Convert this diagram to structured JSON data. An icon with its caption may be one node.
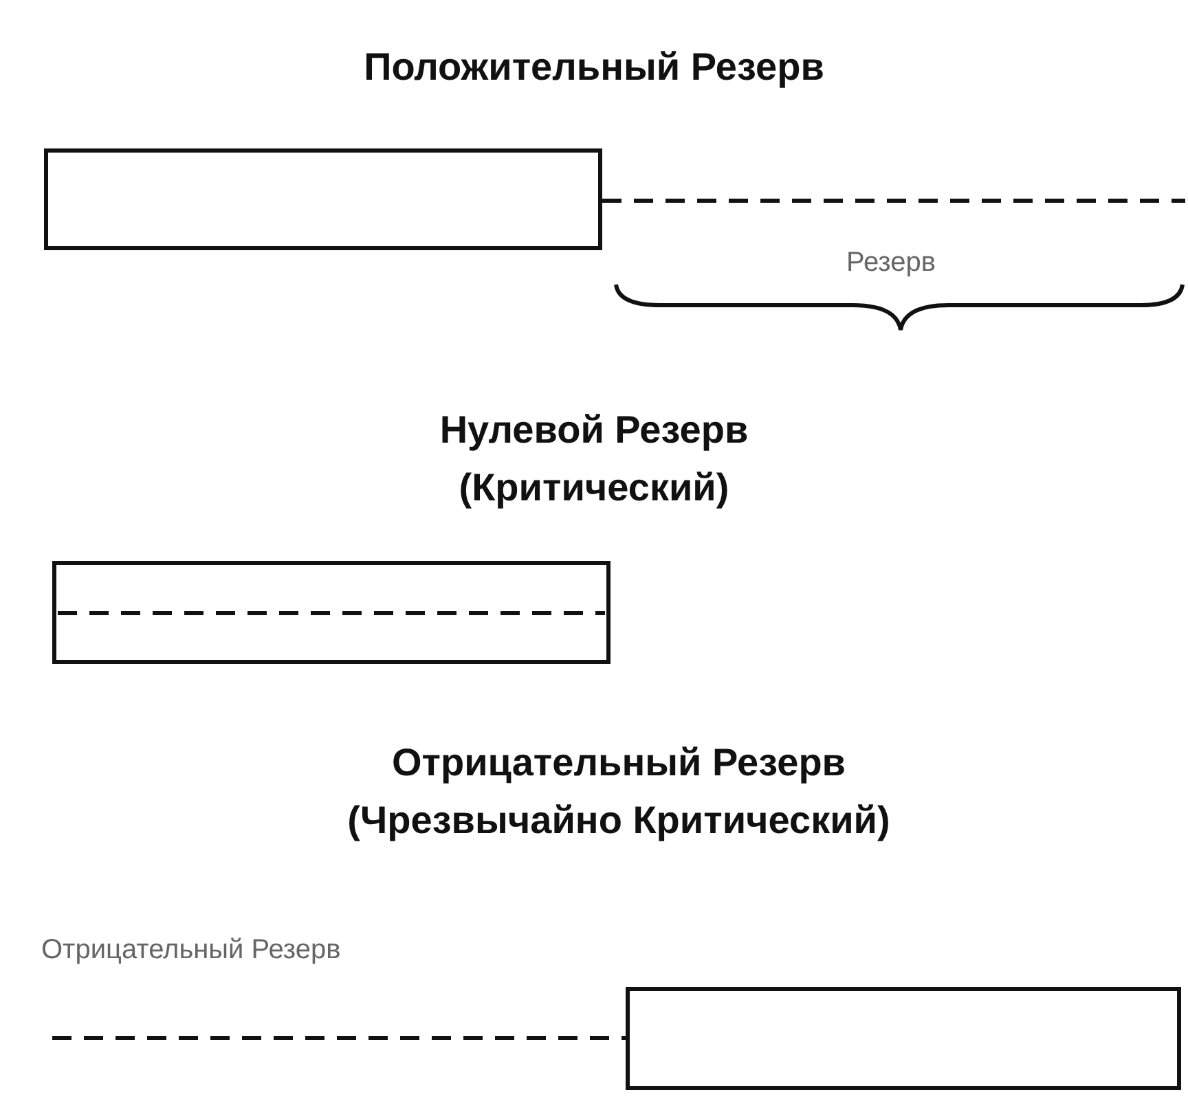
{
  "diagram": {
    "nodes": [
      {
        "text": [],
        "shape": "box"
      },
      {
        "text": [],
        "shape": "box"
      },
      {
        "text": [],
        "shape": "box"
      }
    ],
    "labels": [
      "Положительный Резерв",
      "Резерв",
      "Нулевой Резерв (Критический)",
      "Отрицательный Резерв (Чрезвычайно Критический)",
      "Отрицательный Резерв"
    ]
  }
}
